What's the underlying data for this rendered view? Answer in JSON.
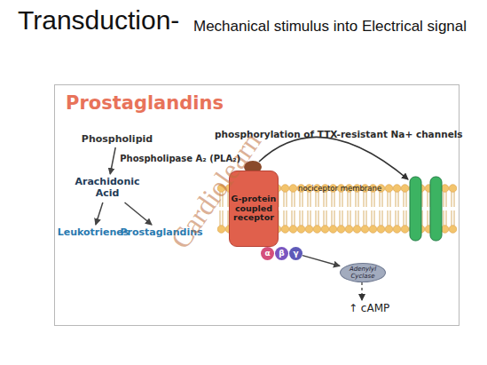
{
  "diagram": {
    "title": "Transduction-",
    "nodes": [
      {
        "text": [
          "Prostaglandins"
        ]
      },
      {
        "text": [
          "Phospholipid"
        ],
        "in": 0
      },
      {
        "text": [
          "Arachidonic Acid"
        ],
        "in": 0
      },
      {
        "text": [
          "Leukotrienes"
        ],
        "in": 0
      },
      {
        "text": [
          "Prostaglandins"
        ],
        "in": 0
      },
      {
        "text": [
          "G-protein coupled receptor"
        ],
        "in": 0
      },
      {
        "text": [
          "α"
        ],
        "in": 0
      },
      {
        "text": [
          "β"
        ],
        "in": 0
      },
      {
        "text": [
          "γ"
        ],
        "in": 0
      },
      {
        "text": [
          "Adenylyl Cyclase"
        ],
        "in": 0
      }
    ],
    "edges": [
      {
        "from": 1,
        "to": 2,
        "arrow": "to",
        "label": "Phospholipase A₂ (PLA₂)"
      },
      {
        "from": 2,
        "to": 3,
        "arrow": "to"
      },
      {
        "from": 2,
        "to": 4,
        "arrow": "to"
      },
      {
        "from": 8,
        "to": 9,
        "arrow": "to"
      }
    ],
    "labels": [
      "Mechanical stimulus into Electrical signal",
      "phosphorylation of TTX-resistant Na+ channels",
      "nociceptor membrane",
      "↑ cAMP",
      "Cardiolearn"
    ]
  }
}
